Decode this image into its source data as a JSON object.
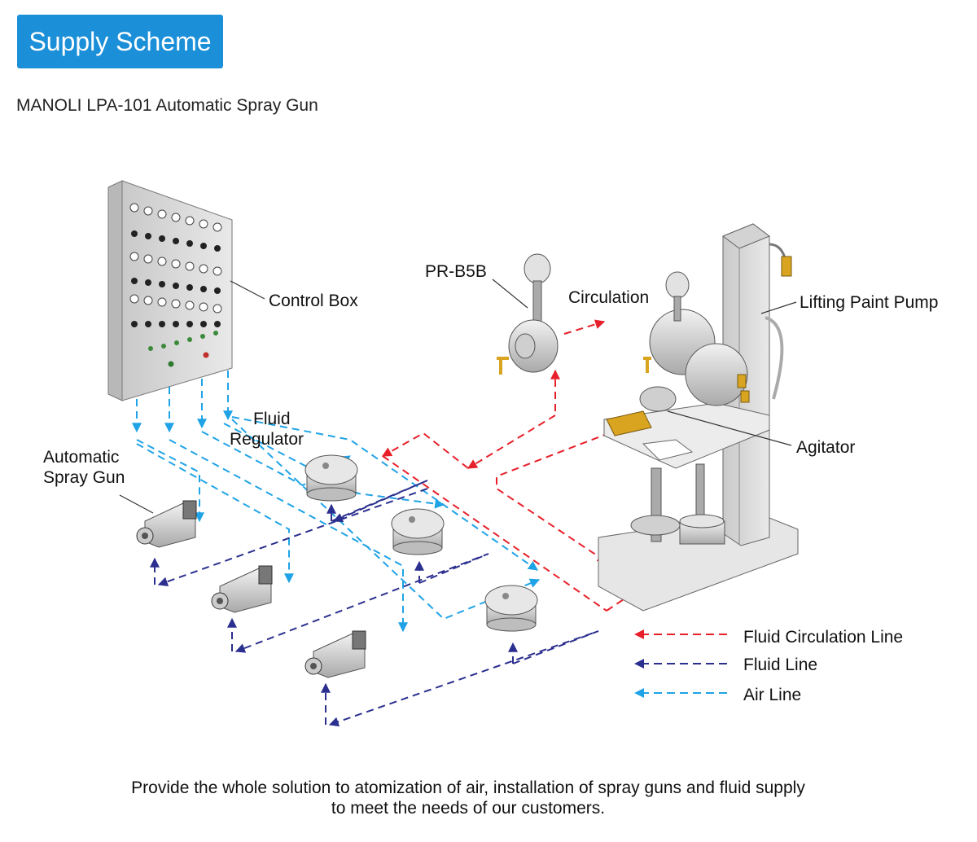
{
  "header": {
    "badge": "Supply Scheme",
    "subtitle": "MANOLI LPA-101 Automatic Spray Gun"
  },
  "labels": {
    "control_box": "Control Box",
    "pr_b5b": "PR-B5B",
    "circulation": "Circulation",
    "lifting_pump": "Lifting Paint Pump",
    "agitator": "Agitator",
    "fluid_regulator_1": "Fluid",
    "fluid_regulator_2": "Regulator",
    "spray_gun_1": "Automatic",
    "spray_gun_2": "Spray Gun"
  },
  "legend": {
    "fluid_circulation": "Fluid Circulation Line",
    "fluid_line": "Fluid Line",
    "air_line": "Air Line"
  },
  "colors": {
    "fluid_circulation": "#e8202a",
    "fluid_line": "#2b2f8f",
    "air_line": "#1fa3e6",
    "badge": "#1b8fd8"
  },
  "footer": {
    "line1": "Provide the whole solution to atomization of air, installation of spray guns and fluid supply",
    "line2": "to meet the needs of our customers."
  }
}
